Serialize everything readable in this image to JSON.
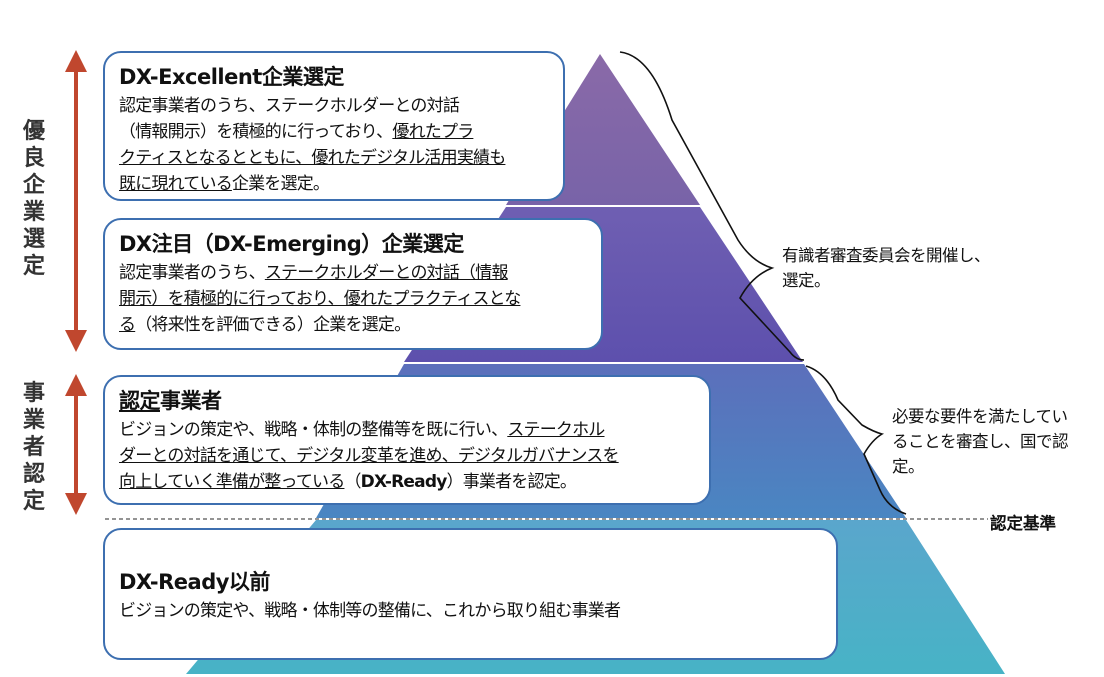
{
  "tiers": [
    {
      "title": "DX-Excellent企業選定",
      "lines": [
        [
          {
            "t": "認定事業者のうち、ステークホルダーとの対話",
            "u": false
          }
        ],
        [
          {
            "t": "（情報開示）を積極的に行っており、",
            "u": false
          },
          {
            "t": "優れたプラ",
            "u": true
          }
        ],
        [
          {
            "t": "クティスとなるとともに、優れたデジタル活用実績も",
            "u": true
          }
        ],
        [
          {
            "t": "既に現れている",
            "u": true
          },
          {
            "t": "企業を選定。",
            "u": false
          }
        ]
      ]
    },
    {
      "title": "DX注目（DX-Emerging）企業選定",
      "lines": [
        [
          {
            "t": "認定事業者のうち、",
            "u": false
          },
          {
            "t": "ステークホルダーとの対話（情報",
            "u": true
          }
        ],
        [
          {
            "t": "開示）を積極的に行っており、優れたプラクティスとな",
            "u": true
          }
        ],
        [
          {
            "t": "る",
            "u": true
          },
          {
            "t": "（将来性を評価できる）企業を選定。",
            "u": false
          }
        ]
      ]
    },
    {
      "title_parts": [
        {
          "t": "認定",
          "u": true
        },
        {
          "t": "事業者",
          "u": false
        }
      ],
      "lines": [
        [
          {
            "t": "ビジョンの策定や、戦略・体制の整備等を既に行い、",
            "u": false
          },
          {
            "t": "ステークホル",
            "u": true
          }
        ],
        [
          {
            "t": "ダーとの対話を通じて、デジタル変革を進め、デジタルガバナンスを",
            "u": true
          }
        ],
        [
          {
            "t": "向上していく準備が整っている",
            "u": true
          },
          {
            "t": "（",
            "u": false
          },
          {
            "t": "DX-Ready",
            "u": false,
            "b": true
          },
          {
            "t": "）事業者を認定。",
            "u": false
          }
        ]
      ]
    },
    {
      "title": "DX-Ready以前",
      "lines": [
        [
          {
            "t": "ビジョンの策定や、戦略・体制等の整備に、これから取り組む事業者",
            "u": false
          }
        ]
      ]
    }
  ],
  "left_labels": {
    "top": "優良企業選定",
    "bottom": "事業者認定"
  },
  "side_notes": {
    "upper": [
      "有識者審査委員会を開催し、",
      "選定。"
    ],
    "lower": [
      "必要な要件を満たしてい",
      "ることを審査し、国で認",
      "定。"
    ]
  },
  "threshold_label": "認定基準",
  "colors": {
    "tier1": "#7b63a8",
    "tier2": "#6452b0",
    "tier3": "#4e79bd",
    "tier4": "#5fb0cc",
    "arrow": "#c0472e",
    "box_border": "#3d6fb0"
  }
}
